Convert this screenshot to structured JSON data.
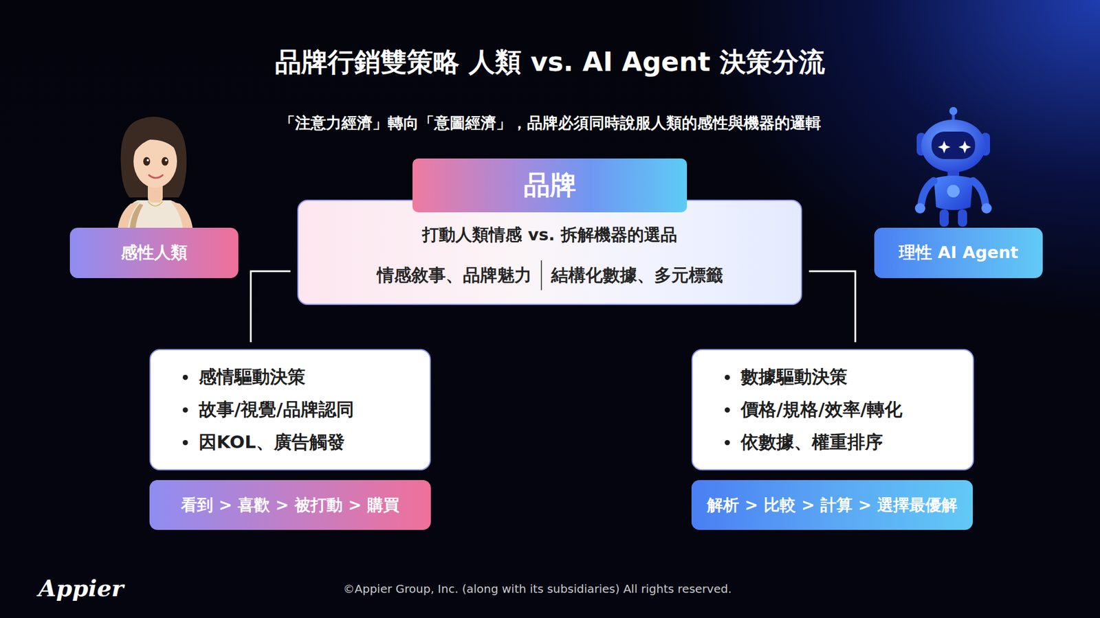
{
  "diagram": {
    "title": "品牌行銷雙策略 人類 vs. AI Agent 決策分流",
    "nodes": [
      {
        "text": [
          "品牌"
        ]
      },
      {
        "text": [
          "打動人類情感 vs. 拆解機器的選品",
          "情感敘事、品牌魅力",
          "結構化數據、多元標籤"
        ]
      },
      {
        "text": [
          "感性人類"
        ]
      },
      {
        "text": [
          "理性 AI Agent"
        ]
      },
      {
        "text": [
          "感情驅動決策",
          "故事/視覺/品牌認同",
          "因KOL、廣告觸發"
        ]
      },
      {
        "text": [
          "數據驅動決策",
          "價格/規格/效率/轉化",
          "依數據、權重排序"
        ]
      },
      {
        "text": [
          "看到 > 喜歡 > 被打動 > 購買"
        ]
      },
      {
        "text": [
          "解析 > 比較 > 計算 > 選擇最優解"
        ]
      }
    ],
    "edges": [
      {
        "from": 1,
        "to": 4,
        "arrow": "none"
      },
      {
        "from": 1,
        "to": 5,
        "arrow": "none"
      }
    ],
    "labels": [
      "「注意力經濟」轉向「意圖經濟」，品牌必須同時說服人類的感性與機器的邏輯",
      "Appier",
      "©Appier Group, Inc. (along with its subsidiaries) All rights reserved."
    ]
  }
}
